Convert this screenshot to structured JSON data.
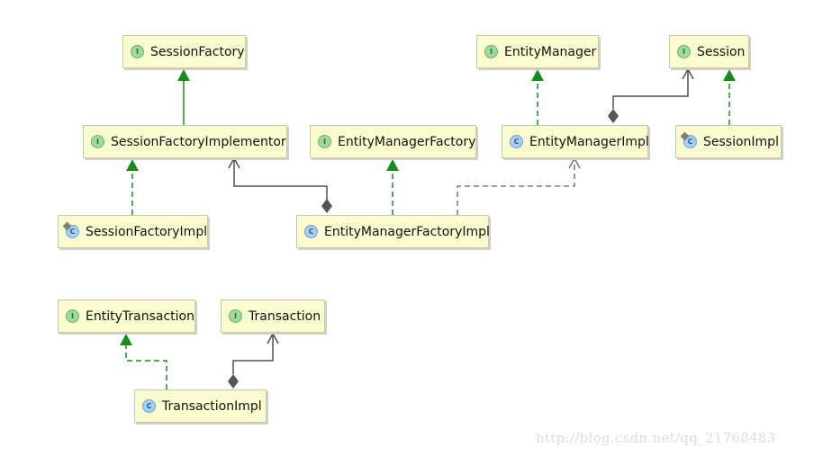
{
  "nodes": {
    "session_factory": {
      "label": "SessionFactory",
      "kind": "interface",
      "icon": "interface-icon"
    },
    "session_factory_implementor": {
      "label": "SessionFactoryImplementor",
      "kind": "interface",
      "icon": "interface-icon"
    },
    "session_factory_impl": {
      "label": "SessionFactoryImpl",
      "kind": "class",
      "icon": "class-icon"
    },
    "entity_manager_factory": {
      "label": "EntityManagerFactory",
      "kind": "interface",
      "icon": "interface-icon"
    },
    "entity_manager_factory_impl": {
      "label": "EntityManagerFactoryImpl",
      "kind": "class",
      "icon": "class-icon"
    },
    "entity_manager": {
      "label": "EntityManager",
      "kind": "interface",
      "icon": "interface-icon"
    },
    "entity_manager_impl": {
      "label": "EntityManagerImpl",
      "kind": "class",
      "icon": "class-icon"
    },
    "session": {
      "label": "Session",
      "kind": "interface",
      "icon": "interface-icon"
    },
    "session_impl": {
      "label": "SessionImpl",
      "kind": "class",
      "icon": "class-icon"
    },
    "entity_transaction": {
      "label": "EntityTransaction",
      "kind": "interface",
      "icon": "interface-icon"
    },
    "transaction": {
      "label": "Transaction",
      "kind": "interface",
      "icon": "interface-icon"
    },
    "transaction_impl": {
      "label": "TransactionImpl",
      "kind": "class",
      "icon": "class-icon"
    }
  },
  "badges": {
    "interface": "I",
    "class": "C"
  },
  "edges": [
    {
      "from": "session_factory_implementor",
      "to": "session_factory",
      "type": "extends"
    },
    {
      "from": "session_factory_impl",
      "to": "session_factory_implementor",
      "type": "implements"
    },
    {
      "from": "entity_manager_factory_impl",
      "to": "entity_manager_factory",
      "type": "implements"
    },
    {
      "from": "entity_manager_factory_impl",
      "to": "session_factory_implementor",
      "type": "composition"
    },
    {
      "from": "entity_manager_factory_impl",
      "to": "entity_manager_impl",
      "type": "dependency"
    },
    {
      "from": "entity_manager_impl",
      "to": "entity_manager",
      "type": "implements"
    },
    {
      "from": "entity_manager_impl",
      "to": "session",
      "type": "composition"
    },
    {
      "from": "session_impl",
      "to": "session",
      "type": "implements"
    },
    {
      "from": "transaction_impl",
      "to": "entity_transaction",
      "type": "implements"
    },
    {
      "from": "transaction_impl",
      "to": "transaction",
      "type": "composition"
    }
  ],
  "colors": {
    "node_fill": "#fbfbd0",
    "realization": "#1a8a1a",
    "association": "#4f4f4f",
    "dependency": "#7a7a7a"
  },
  "watermark": "http://blog.csdn.net/qq_21768483"
}
